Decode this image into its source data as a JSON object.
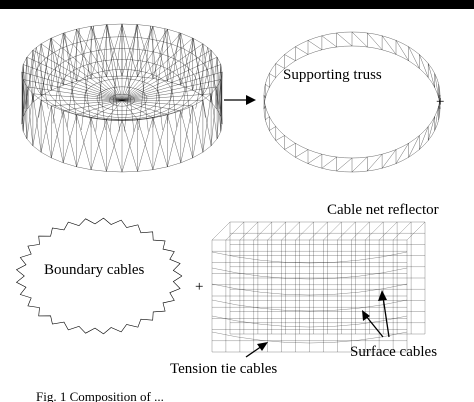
{
  "labels": {
    "supporting_truss": "Supporting truss",
    "plus_1": "+",
    "cable_net_reflector": "Cable net reflector",
    "boundary_cables": "Boundary cables",
    "plus_2": "+",
    "tension_tie_cables": "Tension tie cables",
    "surface_cables": "Surface cables"
  },
  "caption": "Fig. 1    Composition of ...",
  "colors": {
    "ink": "#000000",
    "background": "#ffffff"
  }
}
